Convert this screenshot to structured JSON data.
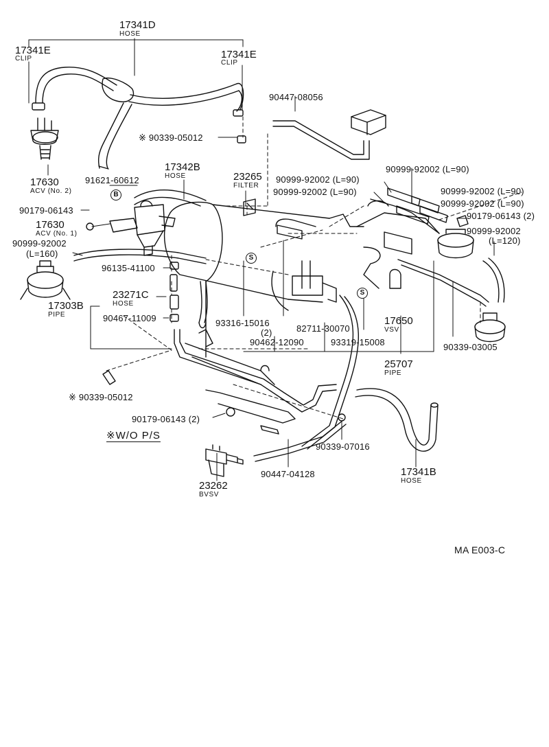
{
  "title_code": "MA E003-C",
  "note": "※W/O P/S",
  "circle_markers": {
    "b": "B",
    "s": "S"
  },
  "parts": {
    "p17341D": {
      "num": "17341D",
      "name": "HOSE"
    },
    "p17341E_left": {
      "num": "17341E",
      "name": "CLIP"
    },
    "p17341E_right": {
      "num": "17341E",
      "name": "CLIP"
    },
    "p90447_08056": {
      "num": "90447-08056"
    },
    "p90339_05012_top": {
      "num": "※ 90339-05012"
    },
    "p17630_no2": {
      "num": "17630",
      "name": "ACV (No. 2)"
    },
    "p91621_60612": {
      "num": "91621-60612"
    },
    "p17342B": {
      "num": "17342B",
      "name": "HOSE"
    },
    "p23265": {
      "num": "23265",
      "name": "FILTER"
    },
    "p90999_92002_a": {
      "num": "90999-92002 (L=90)"
    },
    "p90999_92002_b": {
      "num": "90999-92002 (L=90)"
    },
    "p90999_92002_c": {
      "num": "90999-92002 (L=90)"
    },
    "p90999_92002_d": {
      "num": "90999-92002 (L=90)"
    },
    "p90999_92002_e": {
      "num": "90999-92002 (L=90)"
    },
    "p90179_06143_left": {
      "num": "90179-06143"
    },
    "p17630_no1": {
      "num": "17630",
      "name": "ACV (No. 1)"
    },
    "p90999_92002_l160": {
      "num": "90999-92002",
      "name": "(L=160)"
    },
    "p96135_41100": {
      "num": "96135-41100"
    },
    "p17303B": {
      "num": "17303B",
      "name": "PIPE"
    },
    "p23271C": {
      "num": "23271C",
      "name": "HOSE"
    },
    "p90467_11009": {
      "num": "90467-11009"
    },
    "p90179_06143_right": {
      "num": "90179-06143 (2)"
    },
    "p90999_92002_l120": {
      "num": "90999-92002",
      "name": "(L=120)"
    },
    "p93316_15016": {
      "num": "93316-15016",
      "name": "(2)"
    },
    "p82711_30070": {
      "num": "82711-30070"
    },
    "p90462_12090": {
      "num": "90462-12090"
    },
    "p93319_15008": {
      "num": "93319-15008"
    },
    "p17650": {
      "num": "17650",
      "name": "VSV"
    },
    "p90339_03005": {
      "num": "90339-03005"
    },
    "p25707": {
      "num": "25707",
      "name": "PIPE"
    },
    "p90339_05012_bottom": {
      "num": "※ 90339-05012"
    },
    "p90179_06143_bottom": {
      "num": "90179-06143 (2)"
    },
    "p90339_07016": {
      "num": "90339-07016"
    },
    "p90447_04128": {
      "num": "90447-04128"
    },
    "p17341B": {
      "num": "17341B",
      "name": "HOSE"
    },
    "p23262": {
      "num": "23262",
      "name": "BVSV"
    }
  }
}
